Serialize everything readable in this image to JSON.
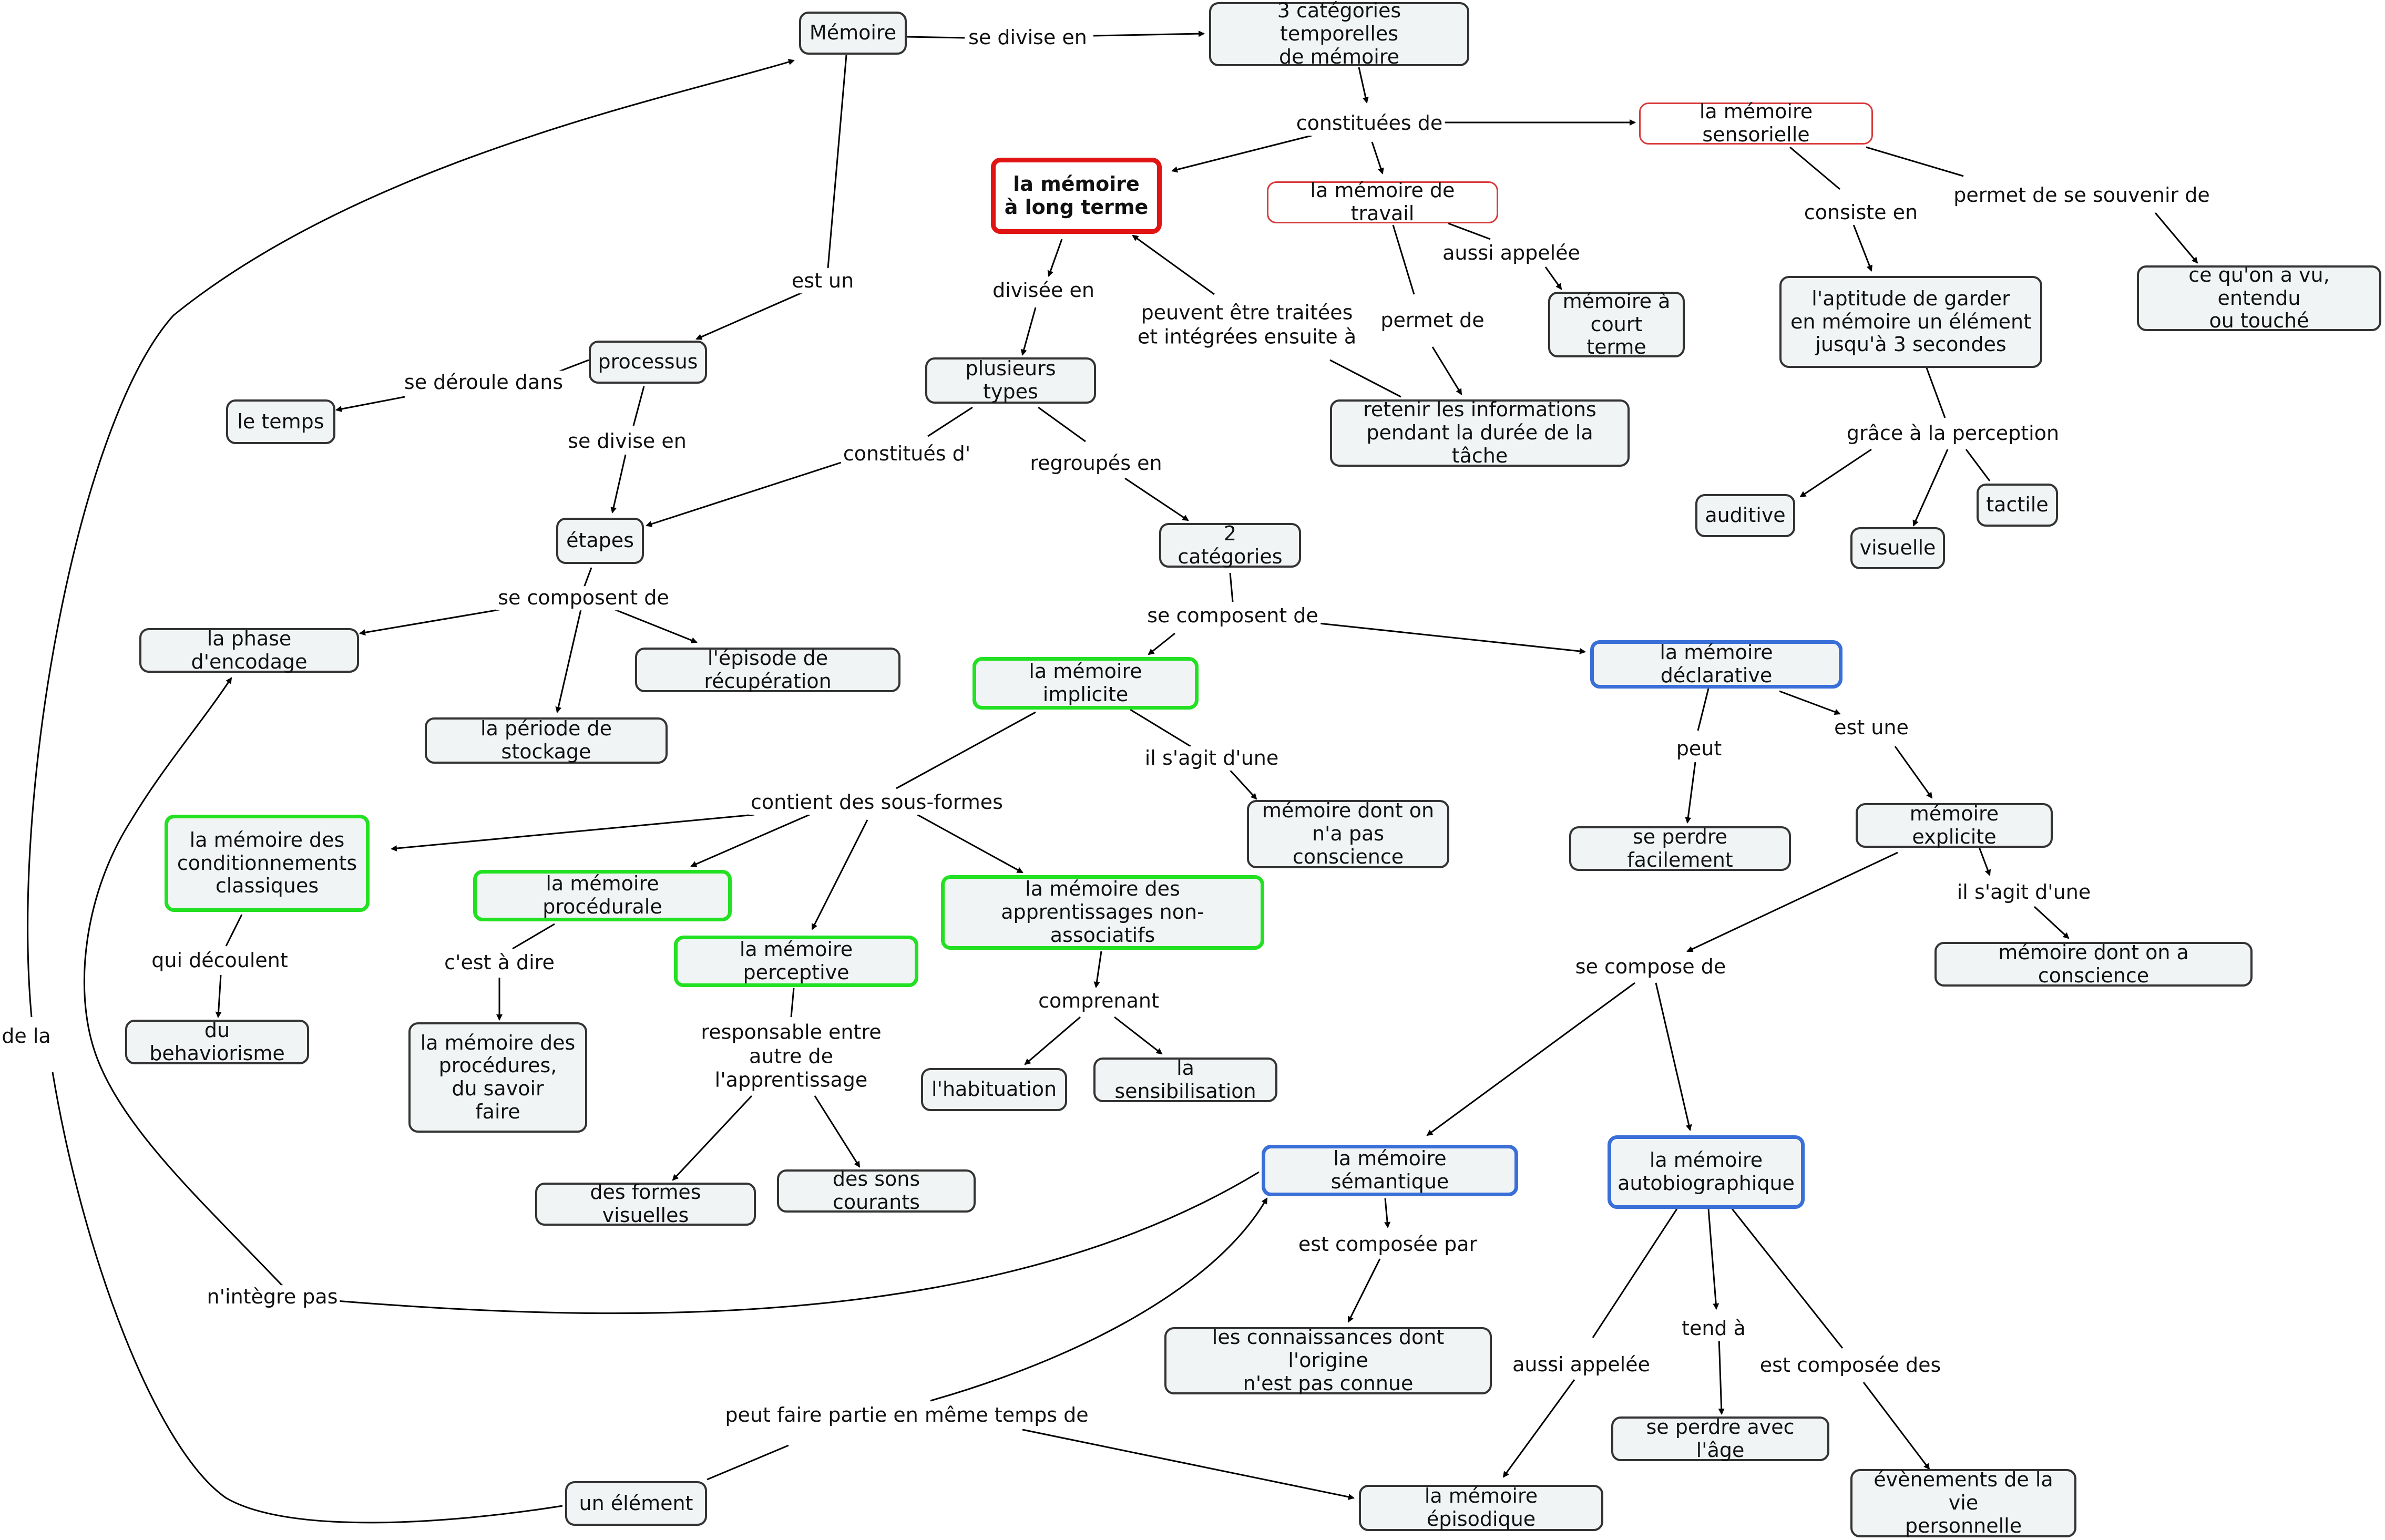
{
  "nodes": {
    "memoire": "Mémoire",
    "trois_cat": "3 catégories temporelles\nde mémoire",
    "sensorielle": "la mémoire sensorielle",
    "long_terme": "la mémoire\nà long terme",
    "travail": "la mémoire de travail",
    "aptitude": "l'aptitude de garder\nen mémoire un élément\njusqu'à 3 secondes",
    "vu_entendu": "ce qu'on a vu, entendu\nou touché",
    "court_terme": "mémoire à\ncourt terme",
    "processus": "processus",
    "temps": "le temps",
    "plusieurs_types": "plusieurs types",
    "retenir": "retenir les informations\npendant la durée de la tâche",
    "auditive": "auditive",
    "tactile": "tactile",
    "visuelle": "visuelle",
    "etapes": "étapes",
    "deux_cat": "2 catégories",
    "encodage": "la phase d'encodage",
    "recuperation": "l'épisode de récupération",
    "implicite": "la mémoire implicite",
    "declarative": "la mémoire déclarative",
    "stockage": "la période de stockage",
    "pas_conscience": "mémoire dont on\nn'a pas conscience",
    "perdre_facilement": "se perdre facilement",
    "explicite": "mémoire explicite",
    "conditionnements": "la mémoire des\nconditionnements\nclassiques",
    "procedurale": "la mémoire procédurale",
    "perceptive": "la mémoire perceptive",
    "non_associatifs": "la mémoire des\napprentissages non-associatifs",
    "conscience": "mémoire dont on a conscience",
    "behaviorisme": "du behaviorisme",
    "procedures": "la mémoire des\nprocédures,\ndu savoir\nfaire",
    "habituation": "l'habituation",
    "sensibilisation": "la sensibilisation",
    "semantique": "la mémoire sémantique",
    "autobiographique": "la mémoire\nautobiographique",
    "formes_visuelles": "des formes visuelles",
    "sons_courants": "des sons courants",
    "connaissances": "les connaissances dont l'origine\nn'est pas connue",
    "perdre_age": "se perdre avec l'âge",
    "element": "un élément",
    "episodique": "la mémoire épisodique",
    "evenements": "évènements de la vie\npersonnelle"
  },
  "links": {
    "se_divise_en": "se divise en",
    "constituees_de": "constituées de",
    "consiste_en": "consiste en",
    "permet_souvenir": "permet de se souvenir de",
    "aussi_appelee_1": "aussi appelée",
    "permet_de": "permet de",
    "peuvent_etre": "peuvent être traitées\net intégrées ensuite à",
    "divisee_en": "divisée en",
    "est_un": "est un",
    "se_deroule_dans": "se déroule dans",
    "se_divise_en_2": "se divise en",
    "constitues_d": "constitués d'",
    "regroupes_en": "regroupés en",
    "grace_perception": "grâce à la perception",
    "se_composent_de_1": "se composent de",
    "se_composent_de_2": "se composent de",
    "il_sagit_1": "il s'agit d'une",
    "peut": "peut",
    "est_une": "est une",
    "contient": "contient des sous-formes",
    "il_sagit_2": "il s'agit d'une",
    "qui_decoulent": "qui découlent",
    "cest_a_dire": "c'est à dire",
    "responsable": "responsable entre\nautre de\nl'apprentissage",
    "comprenant": "comprenant",
    "se_compose_de": "se compose de",
    "de_la": "de la",
    "est_composee_par": "est composée par",
    "ne_integre_pas": "n'intègre pas",
    "aussi_appelee_2": "aussi appelée",
    "tend_a": "tend à",
    "est_composee_des": "est composée des",
    "peut_faire_partie": "peut faire partie en même temps de"
  },
  "colors": {
    "default_border": "#333333",
    "red": "#e11414",
    "green": "#22e022",
    "blue": "#3a6fd8",
    "node_fill": "#f1f4f5"
  }
}
